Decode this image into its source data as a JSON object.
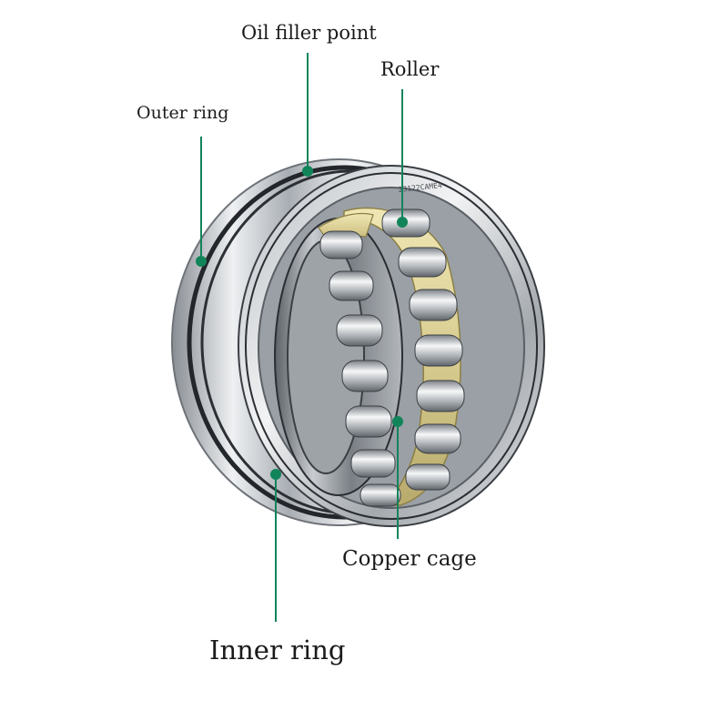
{
  "labels": {
    "oil_filler_point": "Oil filler point",
    "roller": "Roller",
    "outer_ring": "Outer ring",
    "copper_cage": "Copper cage",
    "inner_ring": "Inner ring"
  },
  "ring_marking": "23122CAME4",
  "colors": {
    "leader": "#12845a",
    "cage": "#d8cc90",
    "steel": "#c4c8cc",
    "text": "#1b1b1b"
  }
}
